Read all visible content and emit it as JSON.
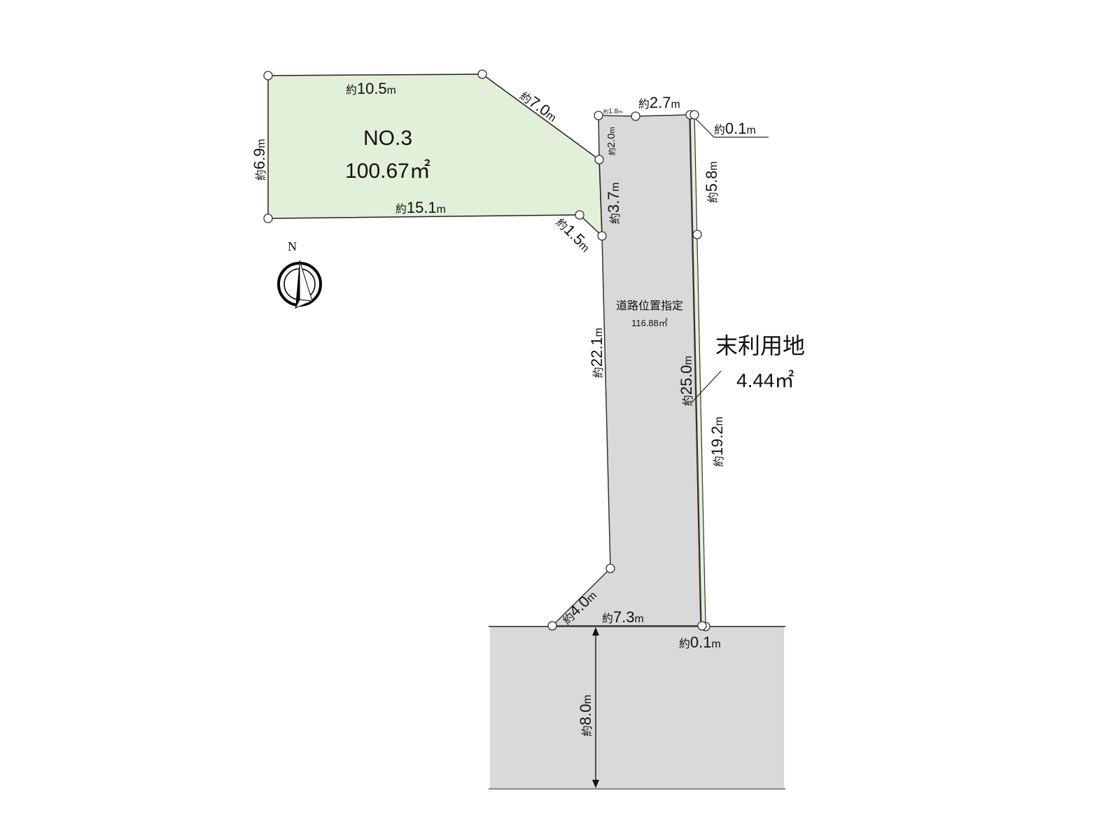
{
  "lot": {
    "name": "NO.3",
    "area": "100.67㎡",
    "fill_color": "#e2efd9"
  },
  "road": {
    "label": "道路位置指定",
    "area": "116.88㎡",
    "fill_color": "#d9d9d9"
  },
  "unused_land": {
    "label": "末利用地",
    "area": "4.44㎡",
    "fill_color": "#e2efd9"
  },
  "public_road": {
    "width_label": {
      "prefix": "約",
      "value": "8.0",
      "unit": "m"
    },
    "fill_color": "#d9d9d9"
  },
  "north_arrow": {
    "label": "N"
  },
  "dimensions": {
    "lot_top": {
      "prefix": "約",
      "value": "10.5",
      "unit": "m"
    },
    "lot_diag": {
      "prefix": "約",
      "value": "7.0",
      "unit": "m"
    },
    "lot_left": {
      "prefix": "約",
      "value": "6.9",
      "unit": "m"
    },
    "lot_bottom": {
      "prefix": "約",
      "value": "15.1",
      "unit": "m"
    },
    "lot_corner": {
      "prefix": "約",
      "value": "1.5",
      "unit": "m"
    },
    "lot_right": {
      "prefix": "約",
      "value": "3.7",
      "unit": "m"
    },
    "road_top_small": {
      "prefix": "約",
      "value": "1.8",
      "unit": "m"
    },
    "road_top": {
      "prefix": "約",
      "value": "2.7",
      "unit": "m"
    },
    "road_left_top": {
      "prefix": "約",
      "value": "2.0",
      "unit": "m"
    },
    "unused_top": {
      "prefix": "約",
      "value": "0.1",
      "unit": "m"
    },
    "unused_upper": {
      "prefix": "約",
      "value": "5.8",
      "unit": "m"
    },
    "road_left": {
      "prefix": "約",
      "value": "22.1",
      "unit": "m"
    },
    "road_right": {
      "prefix": "約",
      "value": "25.0",
      "unit": "m"
    },
    "unused_lower": {
      "prefix": "約",
      "value": "19.2",
      "unit": "m"
    },
    "road_corner": {
      "prefix": "約",
      "value": "4.0",
      "unit": "m"
    },
    "road_bottom": {
      "prefix": "約",
      "value": "7.3",
      "unit": "m"
    },
    "unused_bottom": {
      "prefix": "約",
      "value": "0.1",
      "unit": "m"
    }
  }
}
